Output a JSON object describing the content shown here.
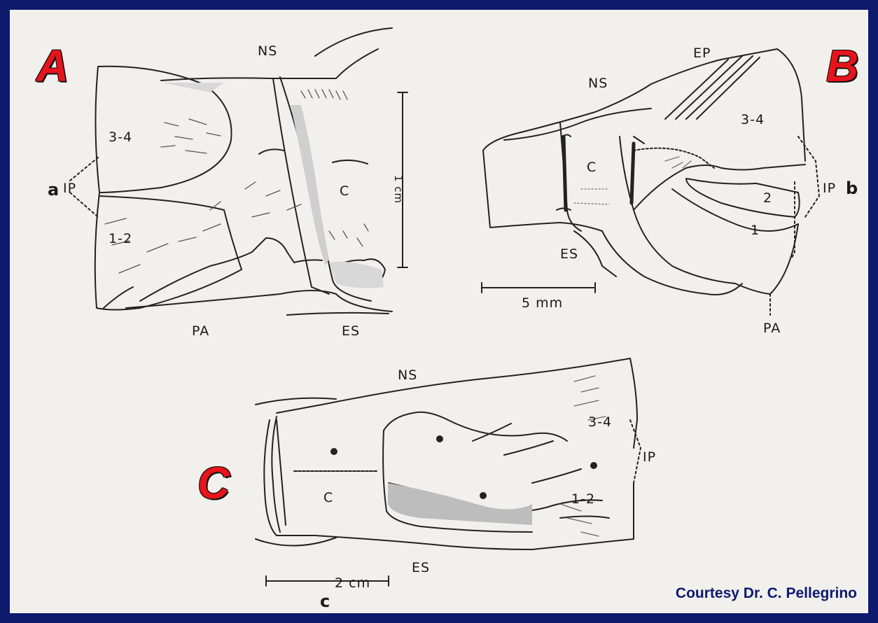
{
  "panels": {
    "A": {
      "letter": "A",
      "labels": {
        "ns": "NS",
        "c": "C",
        "ip": "IP",
        "a": "a",
        "p34": "3-4",
        "p12": "1-2",
        "pa": "PA",
        "es": "ES",
        "scale": "1 cm"
      }
    },
    "B": {
      "letter": "B",
      "labels": {
        "ep": "EP",
        "ns": "NS",
        "c": "C",
        "p34": "3-4",
        "p2": "2",
        "p1": "1",
        "ip": "IP",
        "b": "b",
        "es": "ES",
        "pa": "PA",
        "scale": "5 mm"
      }
    },
    "C": {
      "letter": "C",
      "labels": {
        "ns": "NS",
        "p34": "3-4",
        "ip": "IP",
        "c": "C",
        "p12": "1-2",
        "es": "ES",
        "scale": "2 cm",
        "cc": "c"
      }
    }
  },
  "credit": "Courtesy Dr. C. Pellegrino",
  "colors": {
    "frame": "#0d1a6e",
    "paper": "#f1f0ec",
    "letter": "#e8141b",
    "credit": "#0d1a6e"
  }
}
